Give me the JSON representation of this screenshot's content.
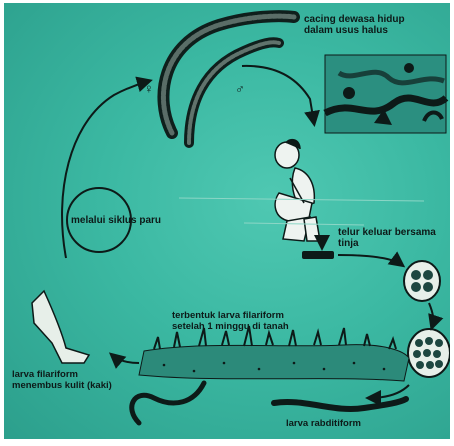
{
  "labels": {
    "adult_worms": [
      "cacing dewasa hidup",
      "dalam usus halus"
    ],
    "lung_cycle": "melalui siklus paru",
    "eggs_out": [
      "telur keluar bersama",
      "tinja"
    ],
    "filariform_form": [
      "terbentuk larva filariform",
      "setelah 1 minggu di tanah"
    ],
    "skin_penetration": [
      "larva filariform",
      "menembus kulit (kaki)"
    ],
    "rhabditiform": "larva rabditiform",
    "female_symbol": "♀",
    "male_symbol": "♂"
  },
  "colors": {
    "background": "#3bb8a2",
    "ink": "#0d1a18"
  }
}
